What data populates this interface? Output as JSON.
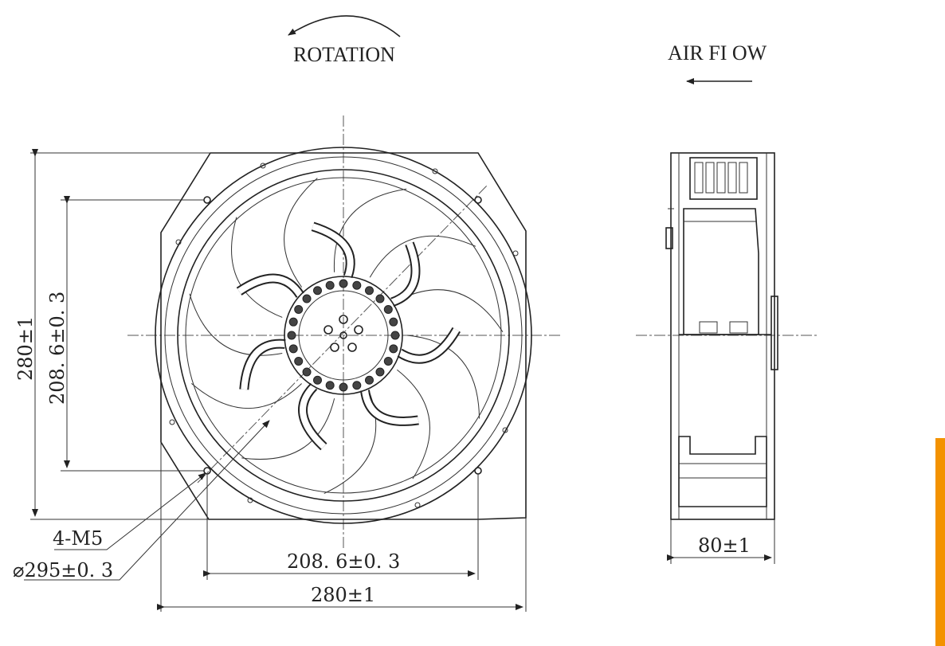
{
  "labels": {
    "rotation": "ROTATION",
    "airflow": "AIR FI OW"
  },
  "dimensions": {
    "front_height_outer": "280±1",
    "front_height_hole": "208. 6±0. 3",
    "hole_spacing": "208. 6±0. 3",
    "front_width": "280±1",
    "screw_spec": "4-M5",
    "outer_diameter": "⌀295±0. 3",
    "depth": "80±1"
  },
  "colors": {
    "line": "#222222",
    "accent": "#f39200"
  }
}
